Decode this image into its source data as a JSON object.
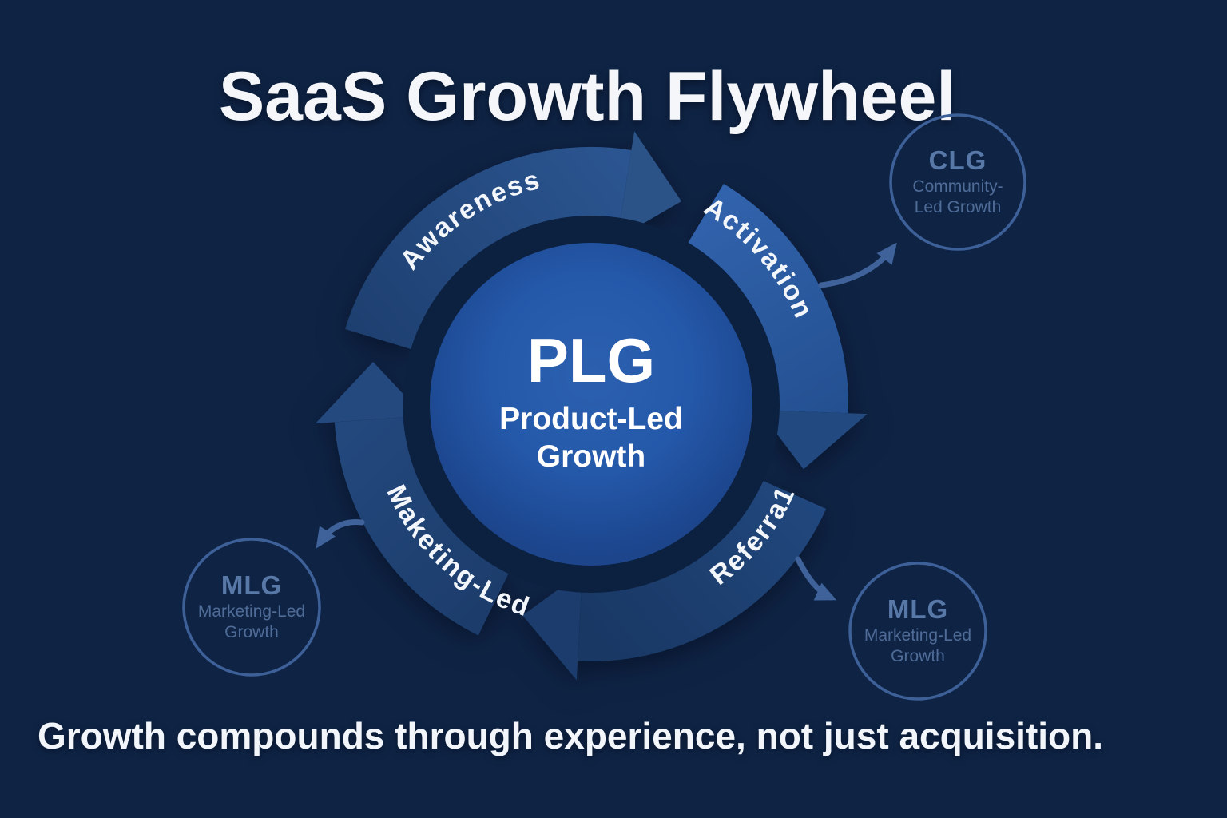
{
  "title": "SaaS Growth Flywheel",
  "caption": "Growth compounds through experience, not just acquisition.",
  "flywheel": {
    "center": {
      "acronym": "PLG",
      "label_lines": [
        "Product-Led",
        "Growth"
      ]
    },
    "stages": [
      {
        "label": "Awareness"
      },
      {
        "label": "Activation"
      },
      {
        "label": "Referra1"
      },
      {
        "label": "Maketing-Led"
      }
    ]
  },
  "satellites": [
    {
      "position": "top-right",
      "acronym": "CLG",
      "label_lines": [
        "Community-",
        "Led Growth"
      ]
    },
    {
      "position": "bottom-left",
      "acronym": "MLG",
      "label_lines": [
        "Marketing-Led",
        "Growth"
      ]
    },
    {
      "position": "bottom-right",
      "acronym": "MLG",
      "label_lines": [
        "Marketing-Led",
        "Growth"
      ]
    }
  ],
  "colors": {
    "background": "#0f2445",
    "ring_dark": "#21457a",
    "ring_light": "#3568b4",
    "center_circle": "#2458a9",
    "satellite_text": "#4f6c98",
    "text": "#f4f6f9"
  }
}
